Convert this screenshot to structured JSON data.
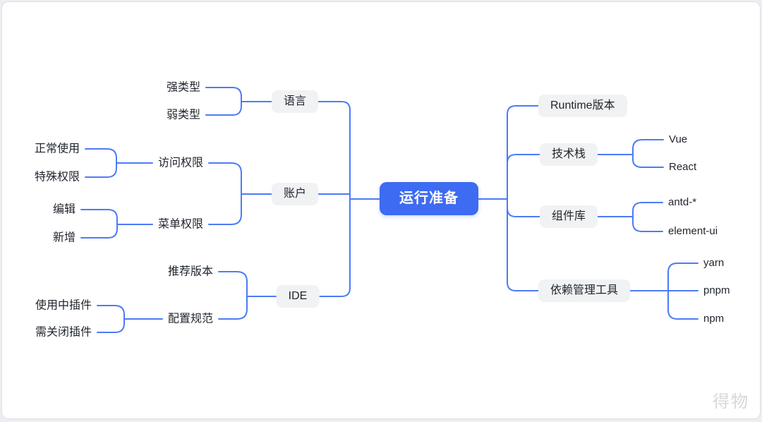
{
  "central": {
    "label": "运行准备"
  },
  "left_branches": [
    {
      "label": "语言",
      "children": [
        {
          "label": "强类型"
        },
        {
          "label": "弱类型"
        }
      ]
    },
    {
      "label": "账户",
      "children": [
        {
          "label": "访问权限",
          "children": [
            {
              "label": "正常使用"
            },
            {
              "label": "特殊权限"
            }
          ]
        },
        {
          "label": "菜单权限",
          "children": [
            {
              "label": "编辑"
            },
            {
              "label": "新增"
            }
          ]
        }
      ]
    },
    {
      "label": "IDE",
      "children": [
        {
          "label": "推荐版本"
        },
        {
          "label": "配置规范",
          "children": [
            {
              "label": "使用中插件"
            },
            {
              "label": "需关闭插件"
            }
          ]
        }
      ]
    }
  ],
  "right_branches": [
    {
      "label": "Runtime版本"
    },
    {
      "label": "技术栈",
      "children": [
        {
          "label": "Vue"
        },
        {
          "label": "React"
        }
      ]
    },
    {
      "label": "组件库",
      "children": [
        {
          "label": "antd-*"
        },
        {
          "label": "element-ui"
        }
      ]
    },
    {
      "label": "依赖管理工具",
      "children": [
        {
          "label": "yarn"
        },
        {
          "label": "pnpm"
        },
        {
          "label": "npm"
        }
      ]
    }
  ],
  "watermark": "得物",
  "colors": {
    "line": "#4d7bf7",
    "central_bg": "#3d6bf2",
    "node_bg": "#f1f2f3",
    "text": "#1f242c",
    "watermark": "#d6d7da"
  }
}
